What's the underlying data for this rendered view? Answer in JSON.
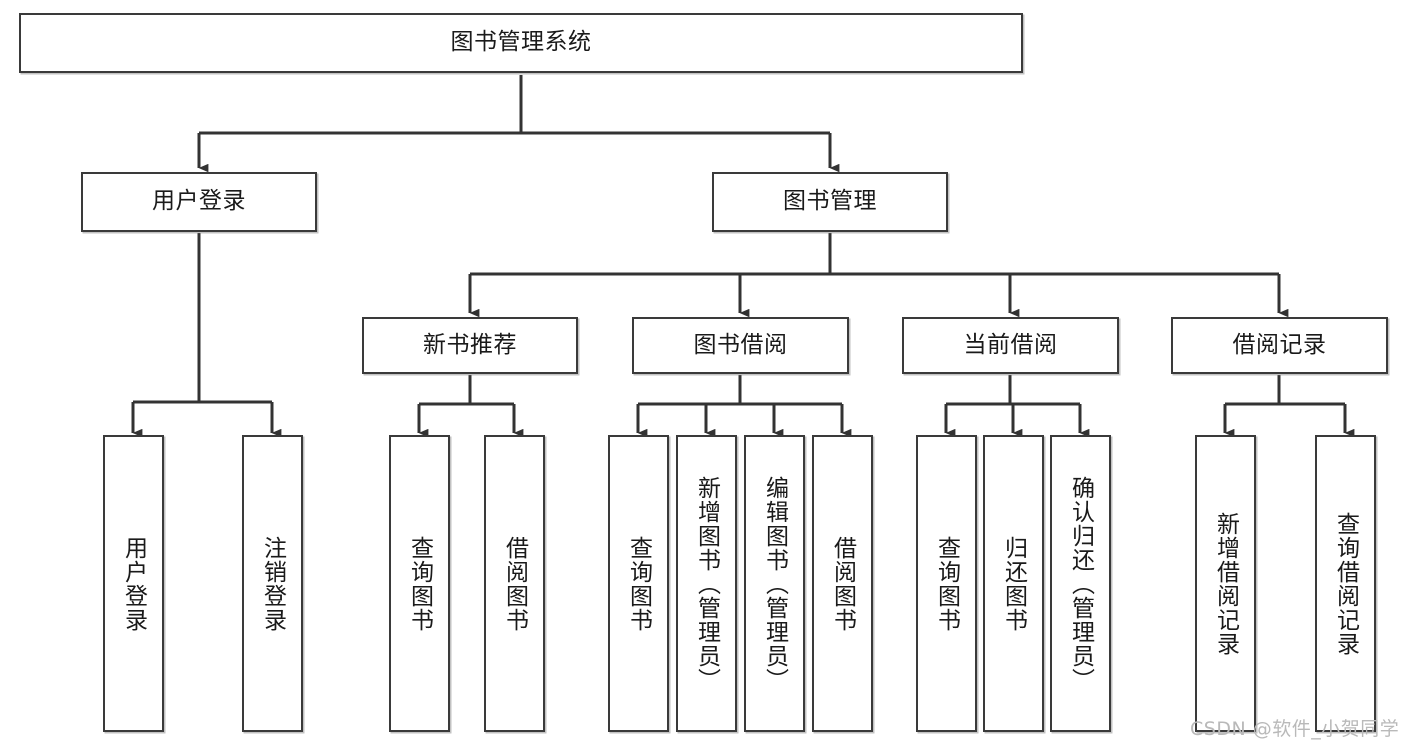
{
  "diagram": {
    "type": "tree-hierarchy-chart",
    "title_node": "图书管理系统",
    "watermark": "CSDN @软件_小贺同学",
    "colors": {
      "box_border": "#3a3a3a",
      "box_fill": "#ffffff",
      "connector": "#333333",
      "text": "#1a1a1a",
      "watermark": "#b9b9b9",
      "background": "#ffffff"
    },
    "nodes": {
      "root": {
        "label": "图书管理系统"
      },
      "level1": [
        {
          "id": "user-login",
          "label": "用户登录"
        },
        {
          "id": "book-management",
          "label": "图书管理"
        }
      ],
      "level2": [
        {
          "id": "new-book-recommend",
          "label": "新书推荐",
          "parent": "book-management"
        },
        {
          "id": "book-borrow",
          "label": "图书借阅",
          "parent": "book-management"
        },
        {
          "id": "current-borrow",
          "label": "当前借阅",
          "parent": "book-management"
        },
        {
          "id": "borrow-record",
          "label": "借阅记录",
          "parent": "book-management"
        }
      ],
      "leaves": [
        {
          "id": "leaf-user-login",
          "label": "用户登录",
          "parent": "user-login"
        },
        {
          "id": "leaf-logout-login",
          "label": "注销登录",
          "parent": "user-login"
        },
        {
          "id": "leaf-query-book-1",
          "label": "查询图书",
          "parent": "new-book-recommend"
        },
        {
          "id": "leaf-borrow-book-1",
          "label": "借阅图书",
          "parent": "new-book-recommend"
        },
        {
          "id": "leaf-query-book-2",
          "label": "查询图书",
          "parent": "book-borrow"
        },
        {
          "id": "leaf-add-book",
          "label": "新增图书（管理员）",
          "parent": "book-borrow"
        },
        {
          "id": "leaf-edit-book",
          "label": "编辑图书（管理员）",
          "parent": "book-borrow"
        },
        {
          "id": "leaf-borrow-book-2",
          "label": "借阅图书",
          "parent": "book-borrow"
        },
        {
          "id": "leaf-query-book-3",
          "label": "查询图书",
          "parent": "current-borrow"
        },
        {
          "id": "leaf-return-book",
          "label": "归还图书",
          "parent": "current-borrow"
        },
        {
          "id": "leaf-confirm-return",
          "label": "确认归还（管理员）",
          "parent": "current-borrow"
        },
        {
          "id": "leaf-add-record",
          "label": "新增借阅记录",
          "parent": "borrow-record"
        },
        {
          "id": "leaf-query-record",
          "label": "查询借阅记录",
          "parent": "borrow-record"
        }
      ]
    }
  }
}
